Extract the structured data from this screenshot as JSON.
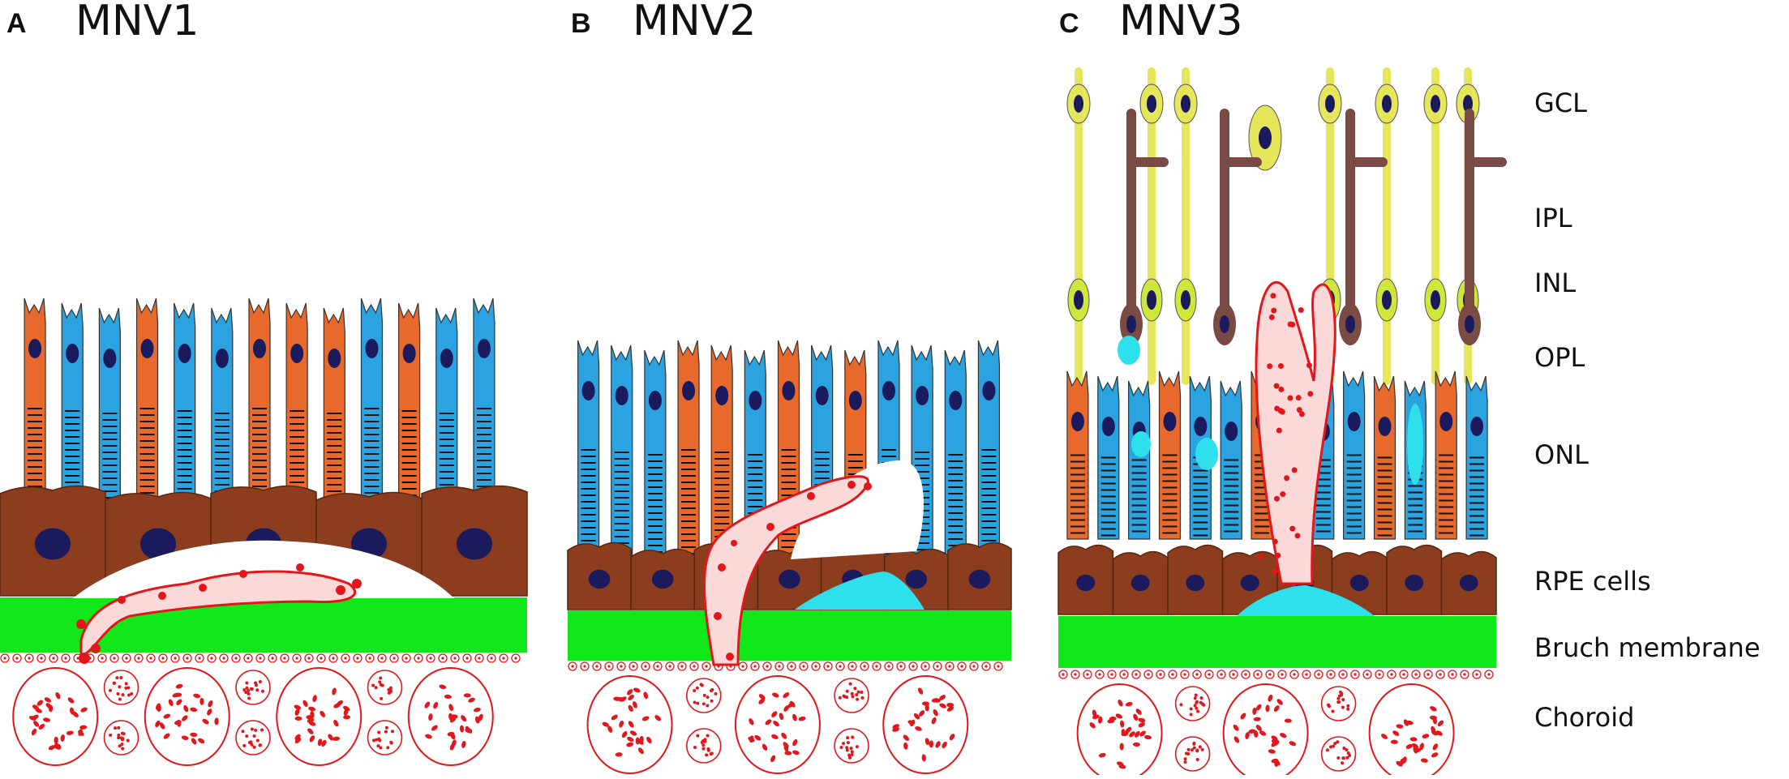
{
  "panels": [
    {
      "letter": "A",
      "title": "MNV1"
    },
    {
      "letter": "B",
      "title": "MNV2"
    },
    {
      "letter": "C",
      "title": "MNV3"
    }
  ],
  "layer_labels": {
    "gcl": "GCL",
    "ipl": "IPL",
    "inl": "INL",
    "opl": "OPL",
    "onl": "ONL",
    "rpe": "RPE cells",
    "bruch": "Bruch membrane",
    "choroid": "Choroid"
  },
  "colors": {
    "rod": "#2aa3e0",
    "cone": "#e8692c",
    "rpe": "#8b3d1e",
    "nucleus": "#1a1a5c",
    "bruch_membrane": "#11e81a",
    "vessel": "#e2171b",
    "fluid": "#2ee0ec",
    "ganglion": "#e6e65a",
    "bipolar": "#cfe63a",
    "muller": "#7a4a45"
  }
}
